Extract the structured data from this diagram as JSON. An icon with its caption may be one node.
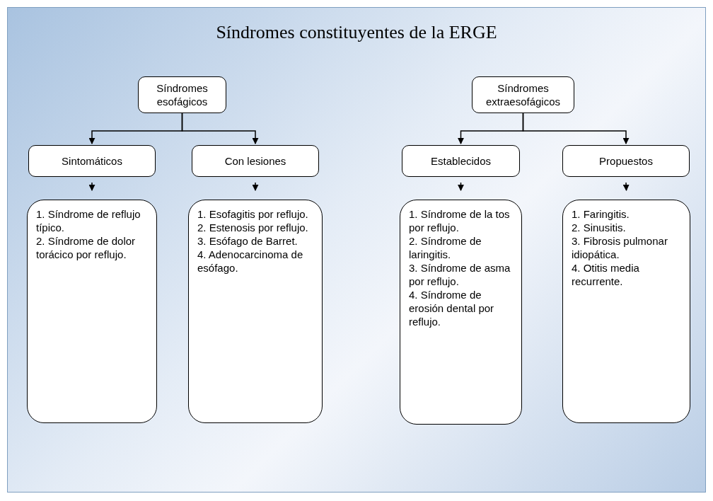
{
  "diagram": {
    "title": "Síndromes constituyentes de la ERGE",
    "nodes": [
      {
        "text": [
          "Síndromes esofágicos"
        ]
      },
      {
        "text": [
          "Síndromes extraesofágicos"
        ]
      },
      {
        "text": [
          "Sintomáticos"
        ]
      },
      {
        "text": [
          "Con lesiones"
        ]
      },
      {
        "text": [
          "Establecidos"
        ]
      },
      {
        "text": [
          "Propuestos"
        ]
      },
      {
        "text": [
          "1. Síndrome de reflujo típico.",
          "2. Síndrome de dolor torácico por reflujo."
        ]
      },
      {
        "text": [
          "1. Esofagitis por reflujo.",
          "2. Estenosis por reflujo.",
          "3. Esófago de Barret.",
          "4. Adenocarcinoma de esófago."
        ]
      },
      {
        "text": [
          "1. Síndrome de la tos por reflujo.",
          "2. Síndrome de laringitis.",
          "3. Síndrome de asma por reflujo.",
          "4. Síndrome de erosión dental por reflujo."
        ]
      },
      {
        "text": [
          "1. Faringitis.",
          "2. Sinusitis.",
          "3. Fibrosis pulmonar idiopática.",
          "4. Otitis media recurrente."
        ]
      }
    ],
    "edges": [
      {
        "from": 0,
        "to": 2,
        "arrow": "to"
      },
      {
        "from": 0,
        "to": 3,
        "arrow": "to"
      },
      {
        "from": 1,
        "to": 4,
        "arrow": "to"
      },
      {
        "from": 1,
        "to": 5,
        "arrow": "to"
      },
      {
        "from": 2,
        "to": 6,
        "arrow": "to"
      },
      {
        "from": 3,
        "to": 7,
        "arrow": "to"
      },
      {
        "from": 4,
        "to": 8,
        "arrow": "to"
      },
      {
        "from": 5,
        "to": 9,
        "arrow": "to"
      }
    ]
  }
}
